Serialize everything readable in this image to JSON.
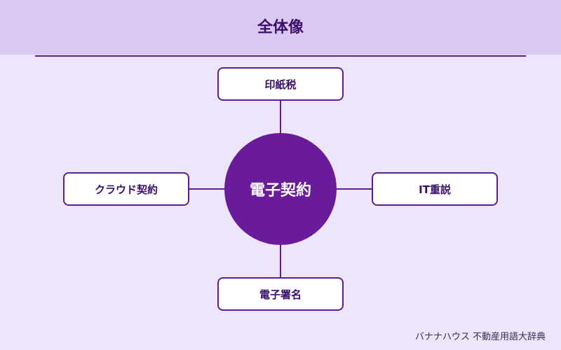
{
  "header": {
    "title": "全体像"
  },
  "diagram": {
    "center": "電子契約",
    "top": "印紙税",
    "left": "クラウド契約",
    "right": "IT重説",
    "bottom": "電子署名"
  },
  "footer": {
    "credit": "バナナハウス 不動産用語大辞典"
  },
  "colors": {
    "header_bg": "#d9c8ef",
    "page_bg": "#ede6fb",
    "accent": "#5a1f91",
    "center_fill": "#6a1b9a"
  }
}
